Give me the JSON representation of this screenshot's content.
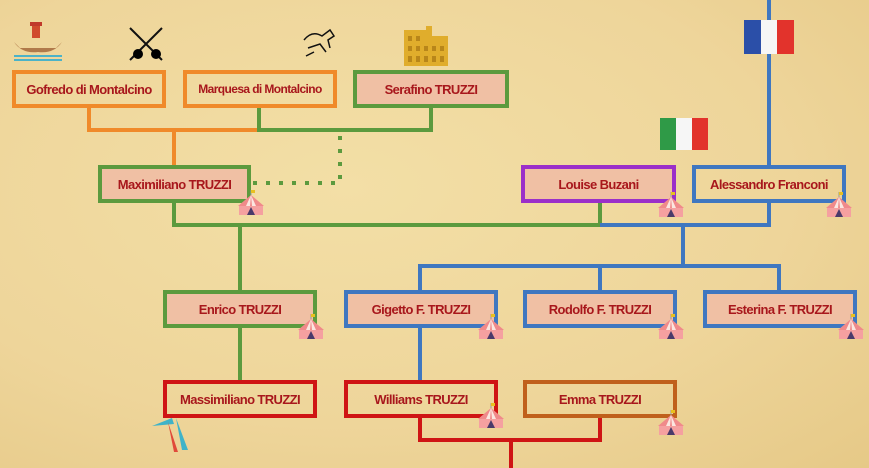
{
  "title": "TRUZZI family tree",
  "people": {
    "gofredo": "Gofredo di Montalcino",
    "marquesa": "Marquesa di Montalcino",
    "serafino": "Serafino TRUZZI",
    "maximiliano": "Maximiliano TRUZZI",
    "louise": "Louise Buzani",
    "alessandro": "Alessandro Franconi",
    "enrico": "Enrico TRUZZI",
    "gigetto": "Gigetto  F. TRUZZI",
    "rodolfo": "Rodolfo F. TRUZZI",
    "esterina": "Esterina F. TRUZZI",
    "massimiliano": "Massimiliano TRUZZI",
    "williams": "Williams TRUZZI",
    "emma": "Emma TRUZZI"
  },
  "colors": {
    "orange": "#f08a2a",
    "green": "#5c9a3e",
    "blue": "#3f77c0",
    "purple": "#9b2fc9",
    "red": "#cf1414",
    "brown": "#c0601c",
    "text": "#a8171c"
  }
}
